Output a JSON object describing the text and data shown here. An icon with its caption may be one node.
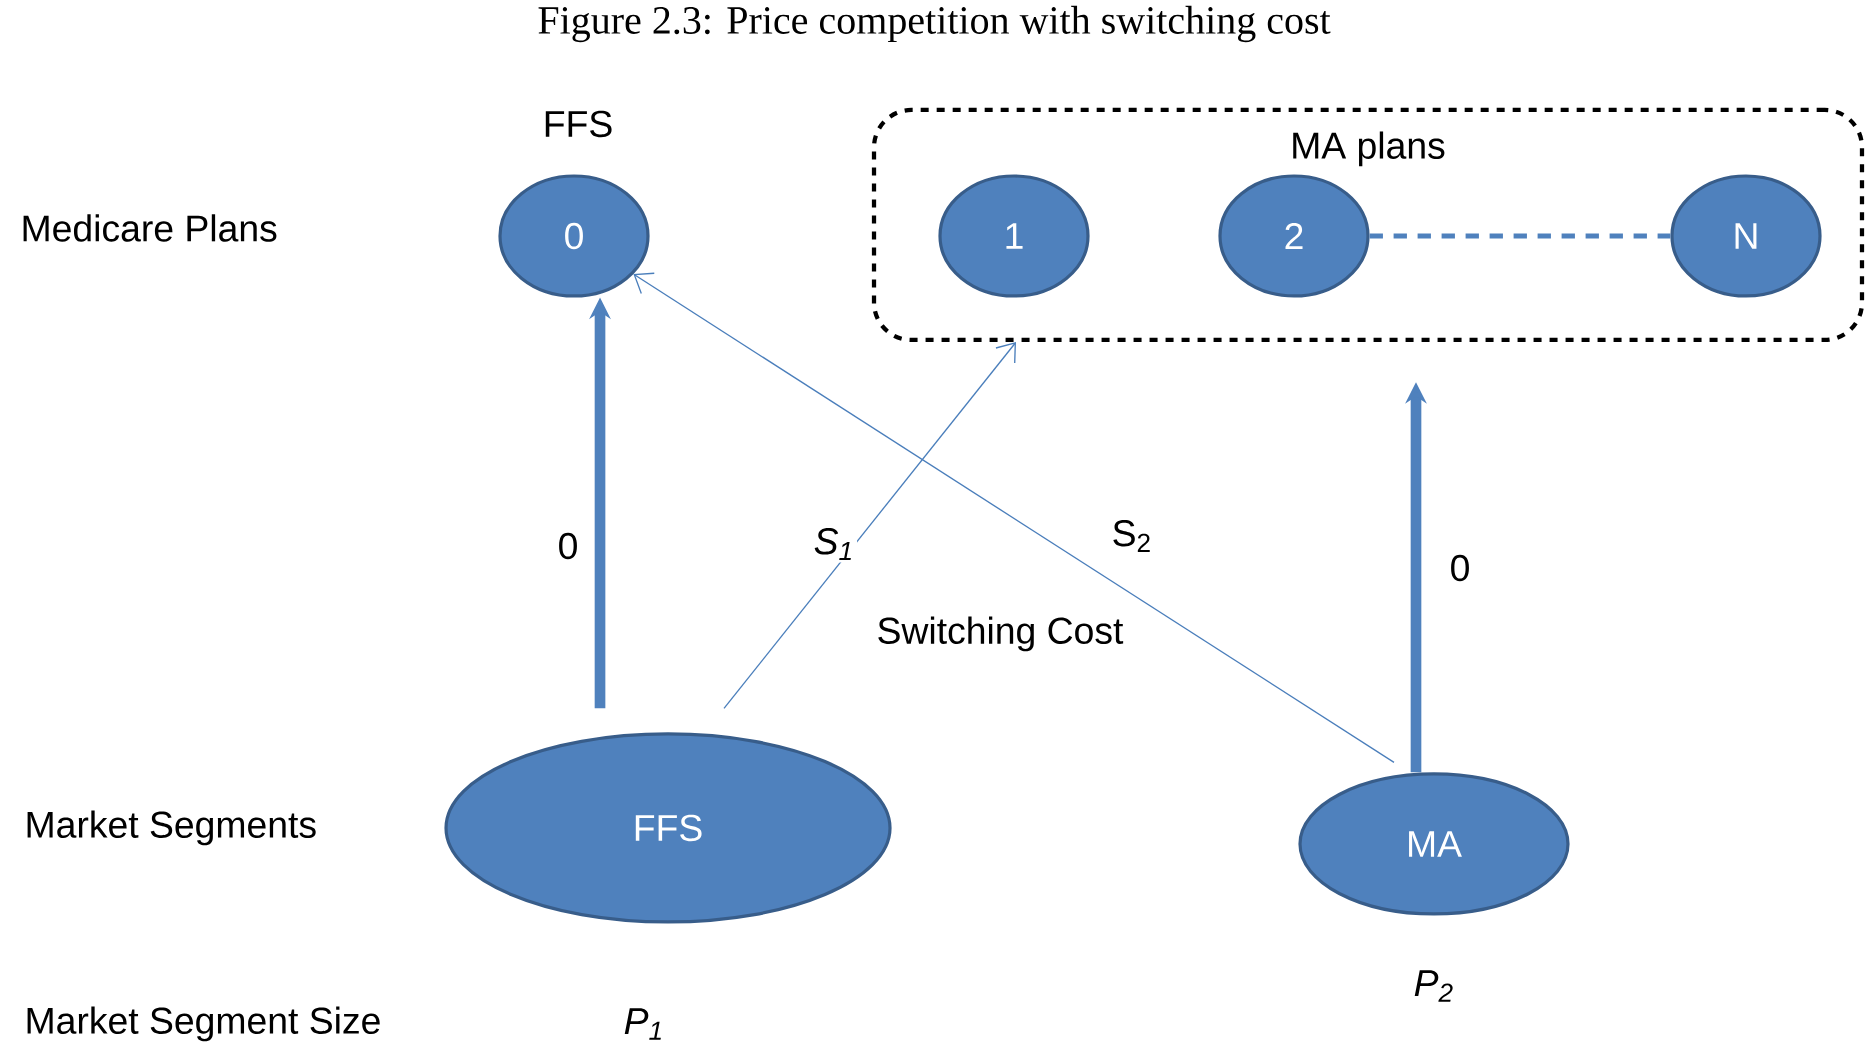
{
  "diagram": {
    "title": "Figure 2.3: Price competition with switching cost",
    "nodes": [
      {
        "text": [
          "MA plans"
        ]
      },
      {
        "text": [
          "0"
        ],
        "beside": [
          "FFS"
        ]
      },
      {
        "text": [
          "1"
        ],
        "in": 0
      },
      {
        "text": [
          "2"
        ],
        "in": 0
      },
      {
        "text": [
          "N"
        ],
        "in": 0
      },
      {
        "text": [
          "FFS"
        ],
        "beside": [
          "P$_{1}$"
        ]
      },
      {
        "text": [
          "MA"
        ],
        "beside": [
          "P$_{2}$"
        ]
      }
    ],
    "edges": [
      {
        "from": 5,
        "to": 1,
        "arrow": "to",
        "style": "thick",
        "label": "0"
      },
      {
        "from": 5,
        "to": 0,
        "arrow": "to",
        "label": "S$_{1}$"
      },
      {
        "from": 6,
        "to": 1,
        "arrow": "to",
        "label": "S$_{2}$"
      },
      {
        "from": 6,
        "to": 0,
        "arrow": "to",
        "style": "thick",
        "label": "0"
      },
      {
        "from": 3,
        "to": 4,
        "arrow": "none",
        "style": "dashed"
      }
    ],
    "labels": [
      "Medicare Plans",
      "Switching Cost",
      "Market Segments",
      "Market Segment Size"
    ]
  }
}
